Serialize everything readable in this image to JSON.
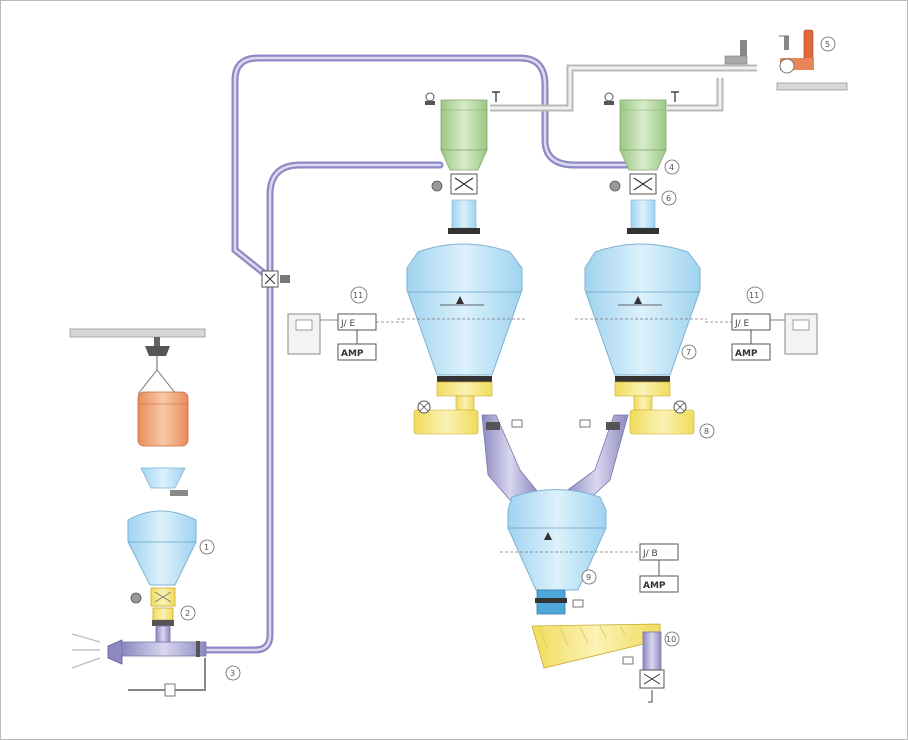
{
  "labels": {
    "left_sensor_controller": "J/ E",
    "right_sensor_controller": "J/ E",
    "bottom_sensor_controller": "J/ B",
    "amp": "AMP"
  },
  "callouts": {
    "n1": "1",
    "n2": "2",
    "n3": "3",
    "n4": "4",
    "n5": "5",
    "n6": "6",
    "n7": "7",
    "n8": "8",
    "n9": "9",
    "n10": "10",
    "n11_left": "11",
    "n11_right": "11"
  },
  "colors": {
    "pipe": "#a6a2cf",
    "pipe_dark": "#6f6a9e",
    "hopper_blue": "#bfe3f6",
    "filter_green": "#bcd9a6",
    "feeder_yellow": "#f2e37d",
    "bag_orange": "#eea77c",
    "valve_red": "#e0693a"
  }
}
